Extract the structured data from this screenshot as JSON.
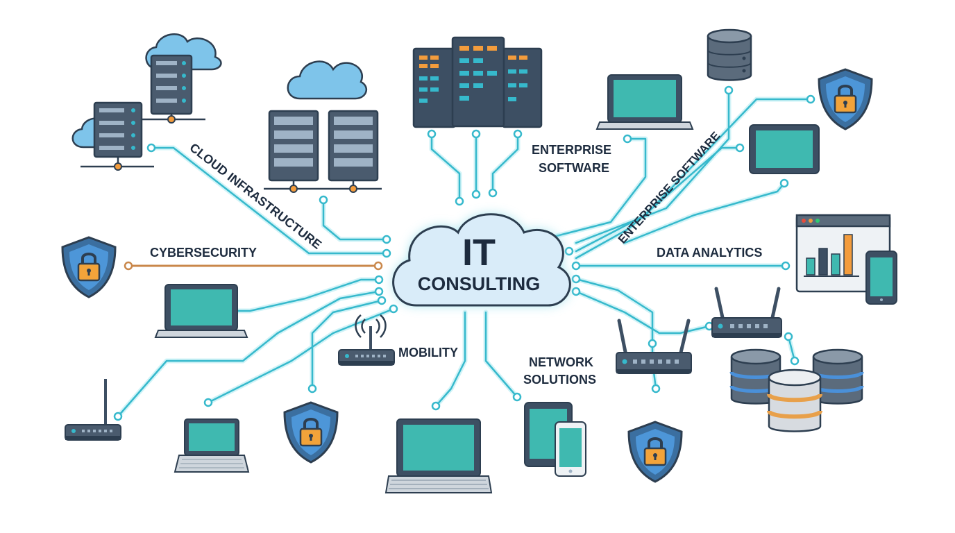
{
  "center": {
    "line1": "IT",
    "line2": "CONSULTING"
  },
  "labels": {
    "cloud_infrastructure": "CLOUD INFRASTRUCTURE",
    "enterprise_software_1": "ENTERPRISE",
    "enterprise_software_2": "SOFTWARE",
    "enterprise_software_diag": "ENTERPRISE SOFTWARE",
    "cybersecurity": "CYBERSECURITY",
    "data_analytics": "DATA ANALYTICS",
    "mobility": "MOBILITY",
    "network_solutions_1": "NETWORK",
    "network_solutions_2": "SOLUTIONS"
  },
  "colors": {
    "line": "#36b9cc",
    "line_glow": "#b7eef5",
    "line_orange": "#c9874a",
    "outline": "#2d3e50",
    "device_dark": "#3d4f63",
    "screen": "#3fb9b0",
    "cloud_blue": "#7ec4ea",
    "cloud_center": "#d9ecf9",
    "shield": "#2f74b5",
    "lock": "#f2a33a",
    "led_orange": "#f39c3c",
    "db_gray": "#5b6b7c",
    "db_blue": "#4a90d9",
    "db_orange": "#e8a04a"
  }
}
